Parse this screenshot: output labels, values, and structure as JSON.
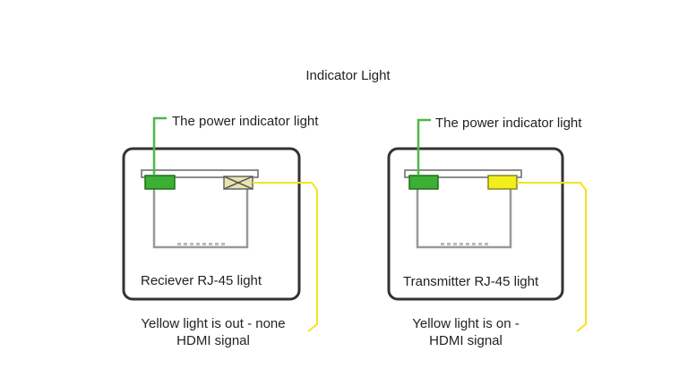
{
  "title": "Indicator Light",
  "colors": {
    "green_led": "#3cb034",
    "yellow_led": "#f2ee1c",
    "yellow_wire": "#f0e620",
    "green_wire": "#4cb848",
    "frame": "#333333",
    "socket": "#888888"
  },
  "receiver": {
    "power_label": "The power indicator light",
    "port_label": "Reciever RJ-45 light",
    "caption_line1": "Yellow light is out - none",
    "caption_line2": "HDMI signal",
    "yellow_led_state": "off"
  },
  "transmitter": {
    "power_label": "The power indicator light",
    "port_label": "Transmitter RJ-45 light",
    "caption_line1": "Yellow light is on -",
    "caption_line2": "HDMI signal",
    "yellow_led_state": "on"
  }
}
